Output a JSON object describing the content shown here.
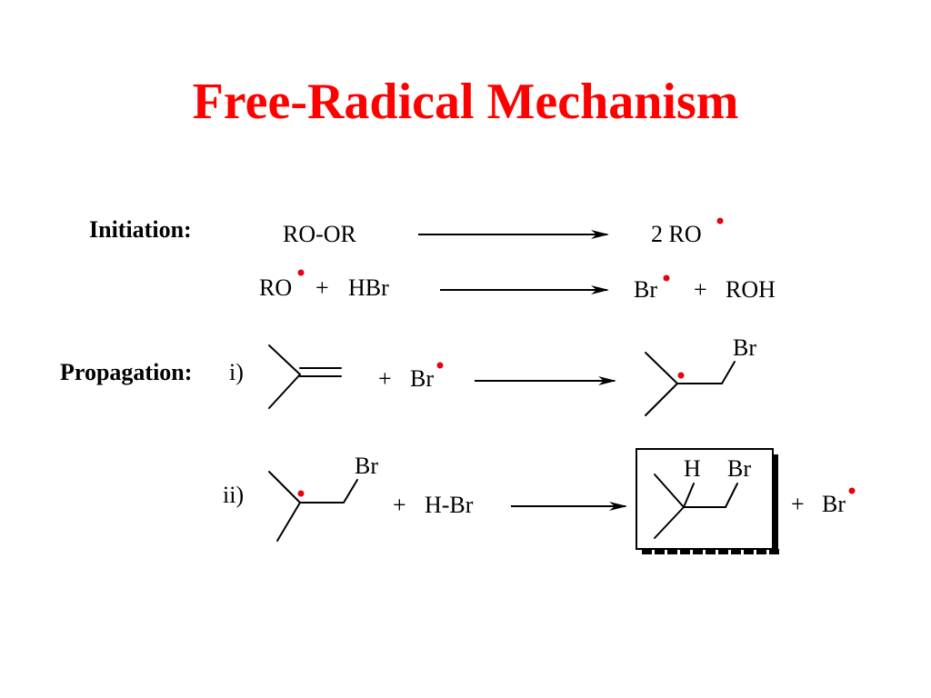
{
  "title": "Free-Radical Mechanism",
  "colors": {
    "title": "#ff0000",
    "radical_dot": "#e8000e",
    "text": "#000000"
  },
  "sections": {
    "initiation": {
      "label": "Initiation:",
      "step1": {
        "reactant": "RO-OR",
        "product": "2 RO"
      },
      "step2": {
        "reactant_a": "RO",
        "plus": "+",
        "reactant_b": "HBr",
        "product_a": "Br",
        "product_b": "ROH"
      }
    },
    "propagation": {
      "label": "Propagation:",
      "step1": {
        "number": "i)",
        "plus": "+",
        "reagent": "Br",
        "product_label": "Br"
      },
      "step2": {
        "number": "ii)",
        "reactant_label": "Br",
        "plus": "+",
        "reagent": "H-Br",
        "product_label_h": "H",
        "product_label_br": "Br",
        "byproduct": "Br"
      }
    }
  }
}
